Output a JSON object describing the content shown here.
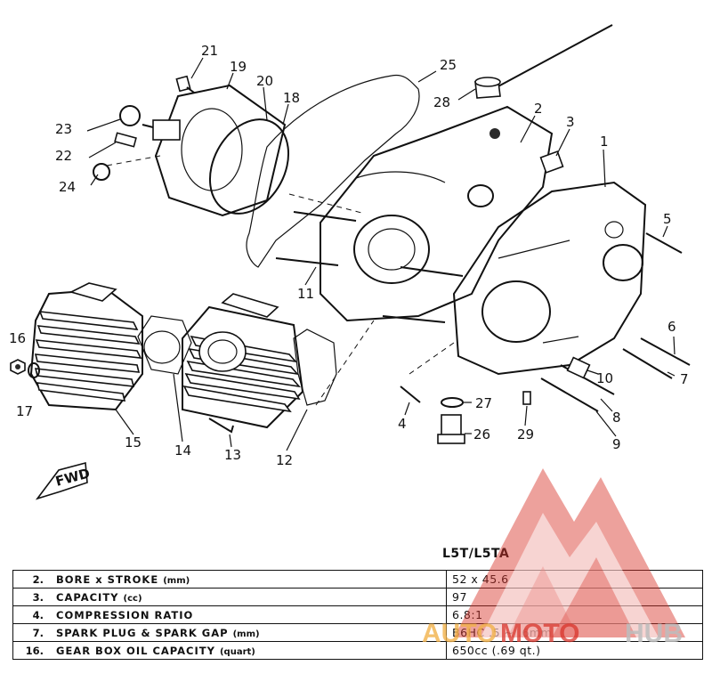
{
  "callouts": [
    "1",
    "2",
    "3",
    "4",
    "5",
    "6",
    "7",
    "8",
    "9",
    "10",
    "11",
    "12",
    "13",
    "14",
    "15",
    "16",
    "17",
    "18",
    "19",
    "20",
    "21",
    "22",
    "23",
    "24",
    "25",
    "26",
    "27",
    "28",
    "29"
  ],
  "fwd_label": "FWD",
  "model_label": "L5T/L5TA",
  "specs": [
    {
      "num": "2.",
      "label": "BORE x STROKE",
      "unit": "(mm)",
      "value": "52 x 45.6"
    },
    {
      "num": "3.",
      "label": "CAPACITY",
      "unit": "(cc)",
      "value": "97"
    },
    {
      "num": "4.",
      "label": "COMPRESSION RATIO",
      "unit": "",
      "value": "6.8:1"
    },
    {
      "num": "7.",
      "label": "SPARK PLUG & SPARK GAP",
      "unit": "(mm)",
      "value": "B6HC .5 ~ .6mm"
    },
    {
      "num": "16.",
      "label": "GEAR BOX OIL CAPACITY",
      "unit": "(quart)",
      "value": "650cc (.69 qt.)"
    }
  ],
  "watermark": {
    "left": "AUTO",
    "mid": "MOTO",
    "right": "HUB",
    "colors": {
      "red": "#d9352c",
      "pink": "#ee9a96",
      "orange": "#f2b24a",
      "gray": "#bdbdbd"
    }
  }
}
